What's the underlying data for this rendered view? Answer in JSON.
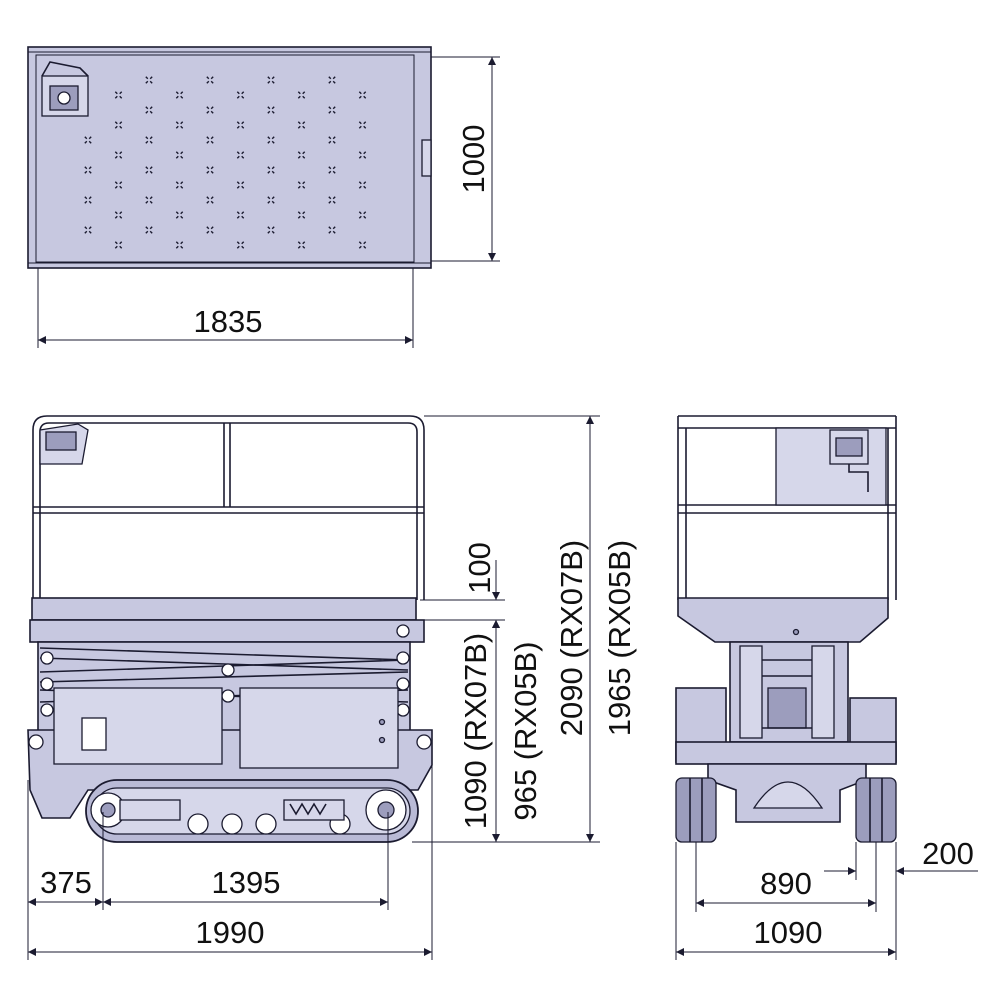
{
  "drawing": {
    "top_view": {
      "width_label": "1835",
      "depth_label": "1000"
    },
    "side_view": {
      "guardrail_label": "100",
      "platform_height_label_a": "1090 (RX07B)",
      "platform_height_label_b": "965 (RX05B)",
      "overall_height_label_a": "2090 (RX07B)",
      "overall_height_label_b": "1965 (RX05B)",
      "front_overhang_label": "375",
      "track_length_label": "1395",
      "overall_length_label": "1990"
    },
    "end_view": {
      "wheel_width_label": "200",
      "track_gauge_label": "890",
      "overall_width_label": "1090"
    },
    "colors": {
      "machine_fill": "#c7c8e0",
      "line": "#1b1b30",
      "background": "#ffffff"
    }
  }
}
